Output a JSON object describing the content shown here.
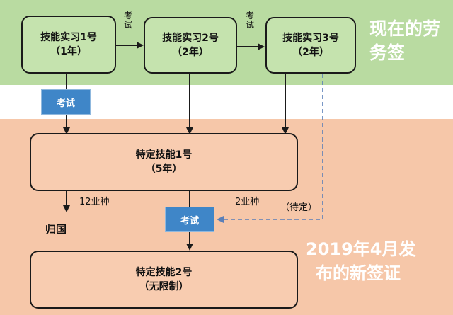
{
  "top_bands": {
    "note": ""
  },
  "intern_boxes": [
    {
      "title": "技能实习1号",
      "years": "（1年）"
    },
    {
      "title": "技能实习2号",
      "years": "（2年）"
    },
    {
      "title": "技能实习3号",
      "years": "（2年）"
    }
  ],
  "exam_between": [
    "考试",
    "考试"
  ],
  "current_visa_label": "现在的劳务签",
  "exam_badge_top": "考试",
  "specified1": {
    "title": "特定技能1号",
    "years": "（5年）"
  },
  "branch_left": {
    "label": "12业种",
    "destination": "归国"
  },
  "branch_right": {
    "label": "2业种"
  },
  "pending_label": "（待定）",
  "exam_badge_bottom": "考试",
  "specified2": {
    "title": "特定技能2号",
    "years": "（无限制）"
  },
  "new_visa_label_line1": "2019年4月发",
  "new_visa_label_line2": "布的新签证",
  "colors": {
    "green_band": "#b9dba1",
    "peach_band": "#f6c7a9",
    "exam_blue": "#3f86c8",
    "dashed_line": "#5a7fb8"
  }
}
